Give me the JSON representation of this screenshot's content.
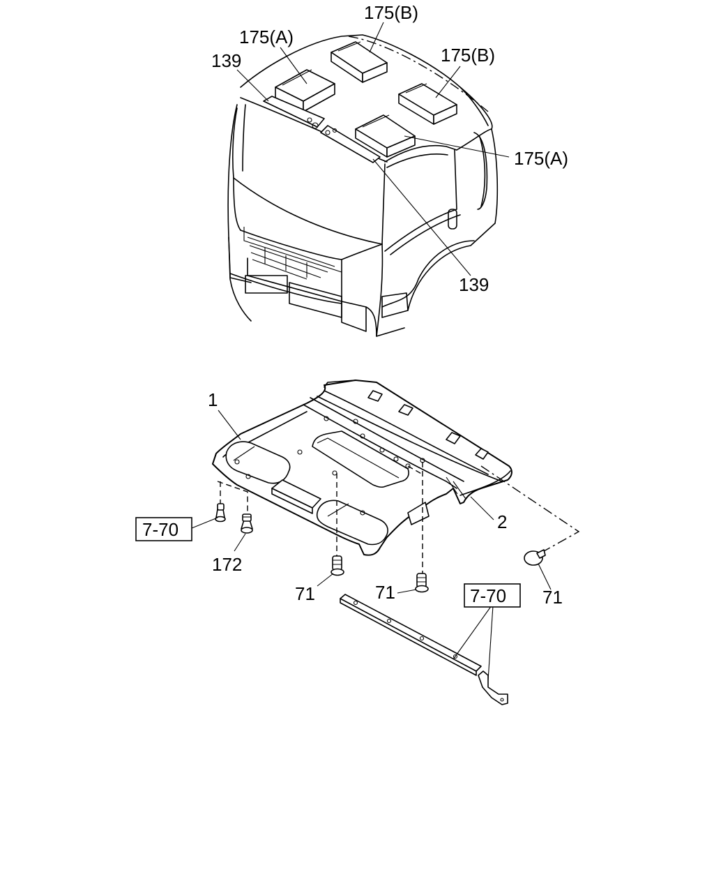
{
  "callouts": {
    "c175b_top": "175(B)",
    "c175a_left": "175(A)",
    "c139_left": "139",
    "c175b_right": "175(B)",
    "c175a_right": "175(A)",
    "c139_right": "139",
    "c1": "1",
    "c2": "2",
    "c770_left": "7-70",
    "c172": "172",
    "c71_center": "71",
    "c71_mid": "71",
    "c770_right": "7-70",
    "c71_right": "71"
  }
}
